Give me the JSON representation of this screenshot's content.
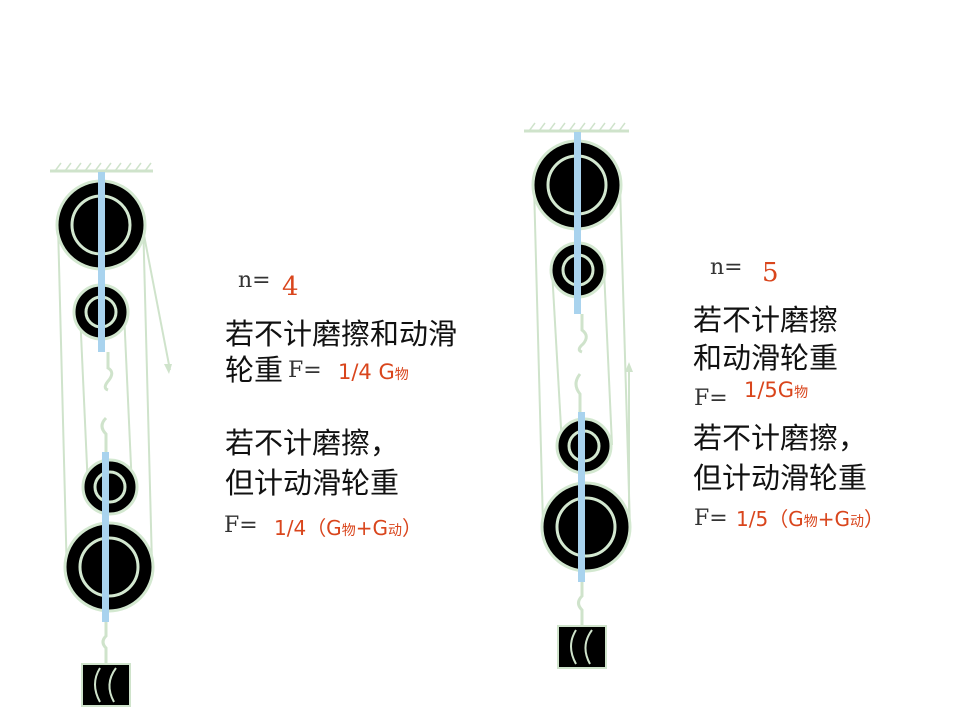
{
  "left": {
    "n_label": "n=",
    "n_value": "4",
    "condition1_line1": "若不计磨擦和动滑",
    "condition1_line2": "轮重",
    "f_label_1": "F=",
    "f1_fraction": "1/4 G",
    "f1_sub": "物",
    "condition2_line1": "若不计磨擦，",
    "condition2_line2": "但计动滑轮重",
    "f_label_2": "F=",
    "f2_prefix": "1/4（G",
    "f2_sub1": "物",
    "f2_mid": "+G",
    "f2_sub2": "动",
    "f2_suffix": "）"
  },
  "right": {
    "n_label": "n=",
    "n_value": "5",
    "condition1_line1": "若不计磨擦",
    "condition1_line2": "和动滑轮重",
    "f_label_1": "F=",
    "f1_fraction": "1/5G",
    "f1_sub": "物",
    "condition2_line1": "若不计磨擦，",
    "condition2_line2": "但计动滑轮重",
    "f_label_2": "F=",
    "f2_prefix": "1/5（G",
    "f2_sub1": "物",
    "f2_mid": "+G",
    "f2_sub2": "动",
    "f2_suffix": "）"
  },
  "colors": {
    "pulley_body": "#000000",
    "pulley_rim": "#d3e8d0",
    "axle_bar": "#a9d3ee",
    "text_red": "#d9451c"
  }
}
